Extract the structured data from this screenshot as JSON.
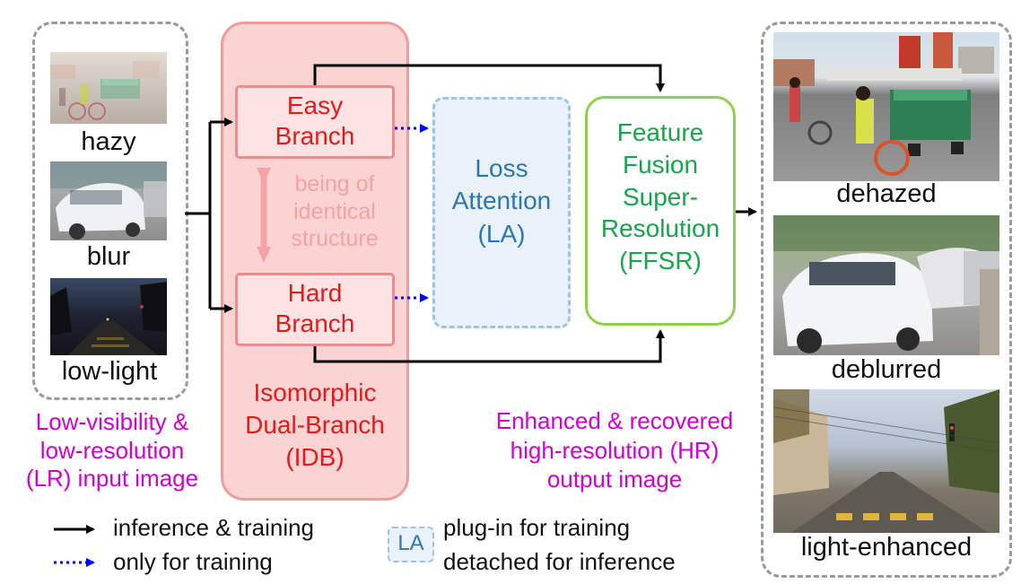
{
  "colors": {
    "idb_fill": "#fbd3d3",
    "idb_border": "#f29b9b",
    "branch_fill": "#fde3e3",
    "branch_border": "#ee8c8c",
    "idb_text": "#e21b1b",
    "identical_text": "#f2a3a3",
    "la_fill": "#e9f2fa",
    "la_border": "#9dc3e6",
    "la_text": "#2e75b6",
    "ffsr_border": "#8fd14f",
    "ffsr_text": "#1aa34a",
    "magenta_text": "#cc00cc",
    "arrow_black": "#000000",
    "arrow_blue": "#0000ff",
    "frame_gray": "#9a9a9a"
  },
  "inputs": {
    "items": [
      {
        "label": "hazy"
      },
      {
        "label": "blur"
      },
      {
        "label": "low-light"
      }
    ],
    "caption": [
      "Low-visibility &",
      "low-resolution",
      "(LR) input image"
    ]
  },
  "idb": {
    "easy": [
      "Easy",
      "Branch"
    ],
    "hard": [
      "Hard",
      "Branch"
    ],
    "identical": [
      "being of",
      "identical",
      "structure"
    ],
    "title": [
      "Isomorphic",
      "Dual-Branch",
      "(IDB)"
    ]
  },
  "la": {
    "lines": [
      "Loss",
      "Attention",
      "(LA)"
    ]
  },
  "ffsr": {
    "lines": [
      "Feature",
      "Fusion",
      "Super-",
      "Resolution",
      "(FFSR)"
    ]
  },
  "output_caption": [
    "Enhanced & recovered",
    "high-resolution (HR)",
    "output image"
  ],
  "outputs": {
    "items": [
      {
        "label": "dehazed"
      },
      {
        "label": "deblurred"
      },
      {
        "label": "light-enhanced"
      }
    ]
  },
  "legend": {
    "solid": "inference & training",
    "dotted": "only for training",
    "la_tag": "LA",
    "plugin": [
      "plug-in for training",
      "detached for inference"
    ]
  }
}
